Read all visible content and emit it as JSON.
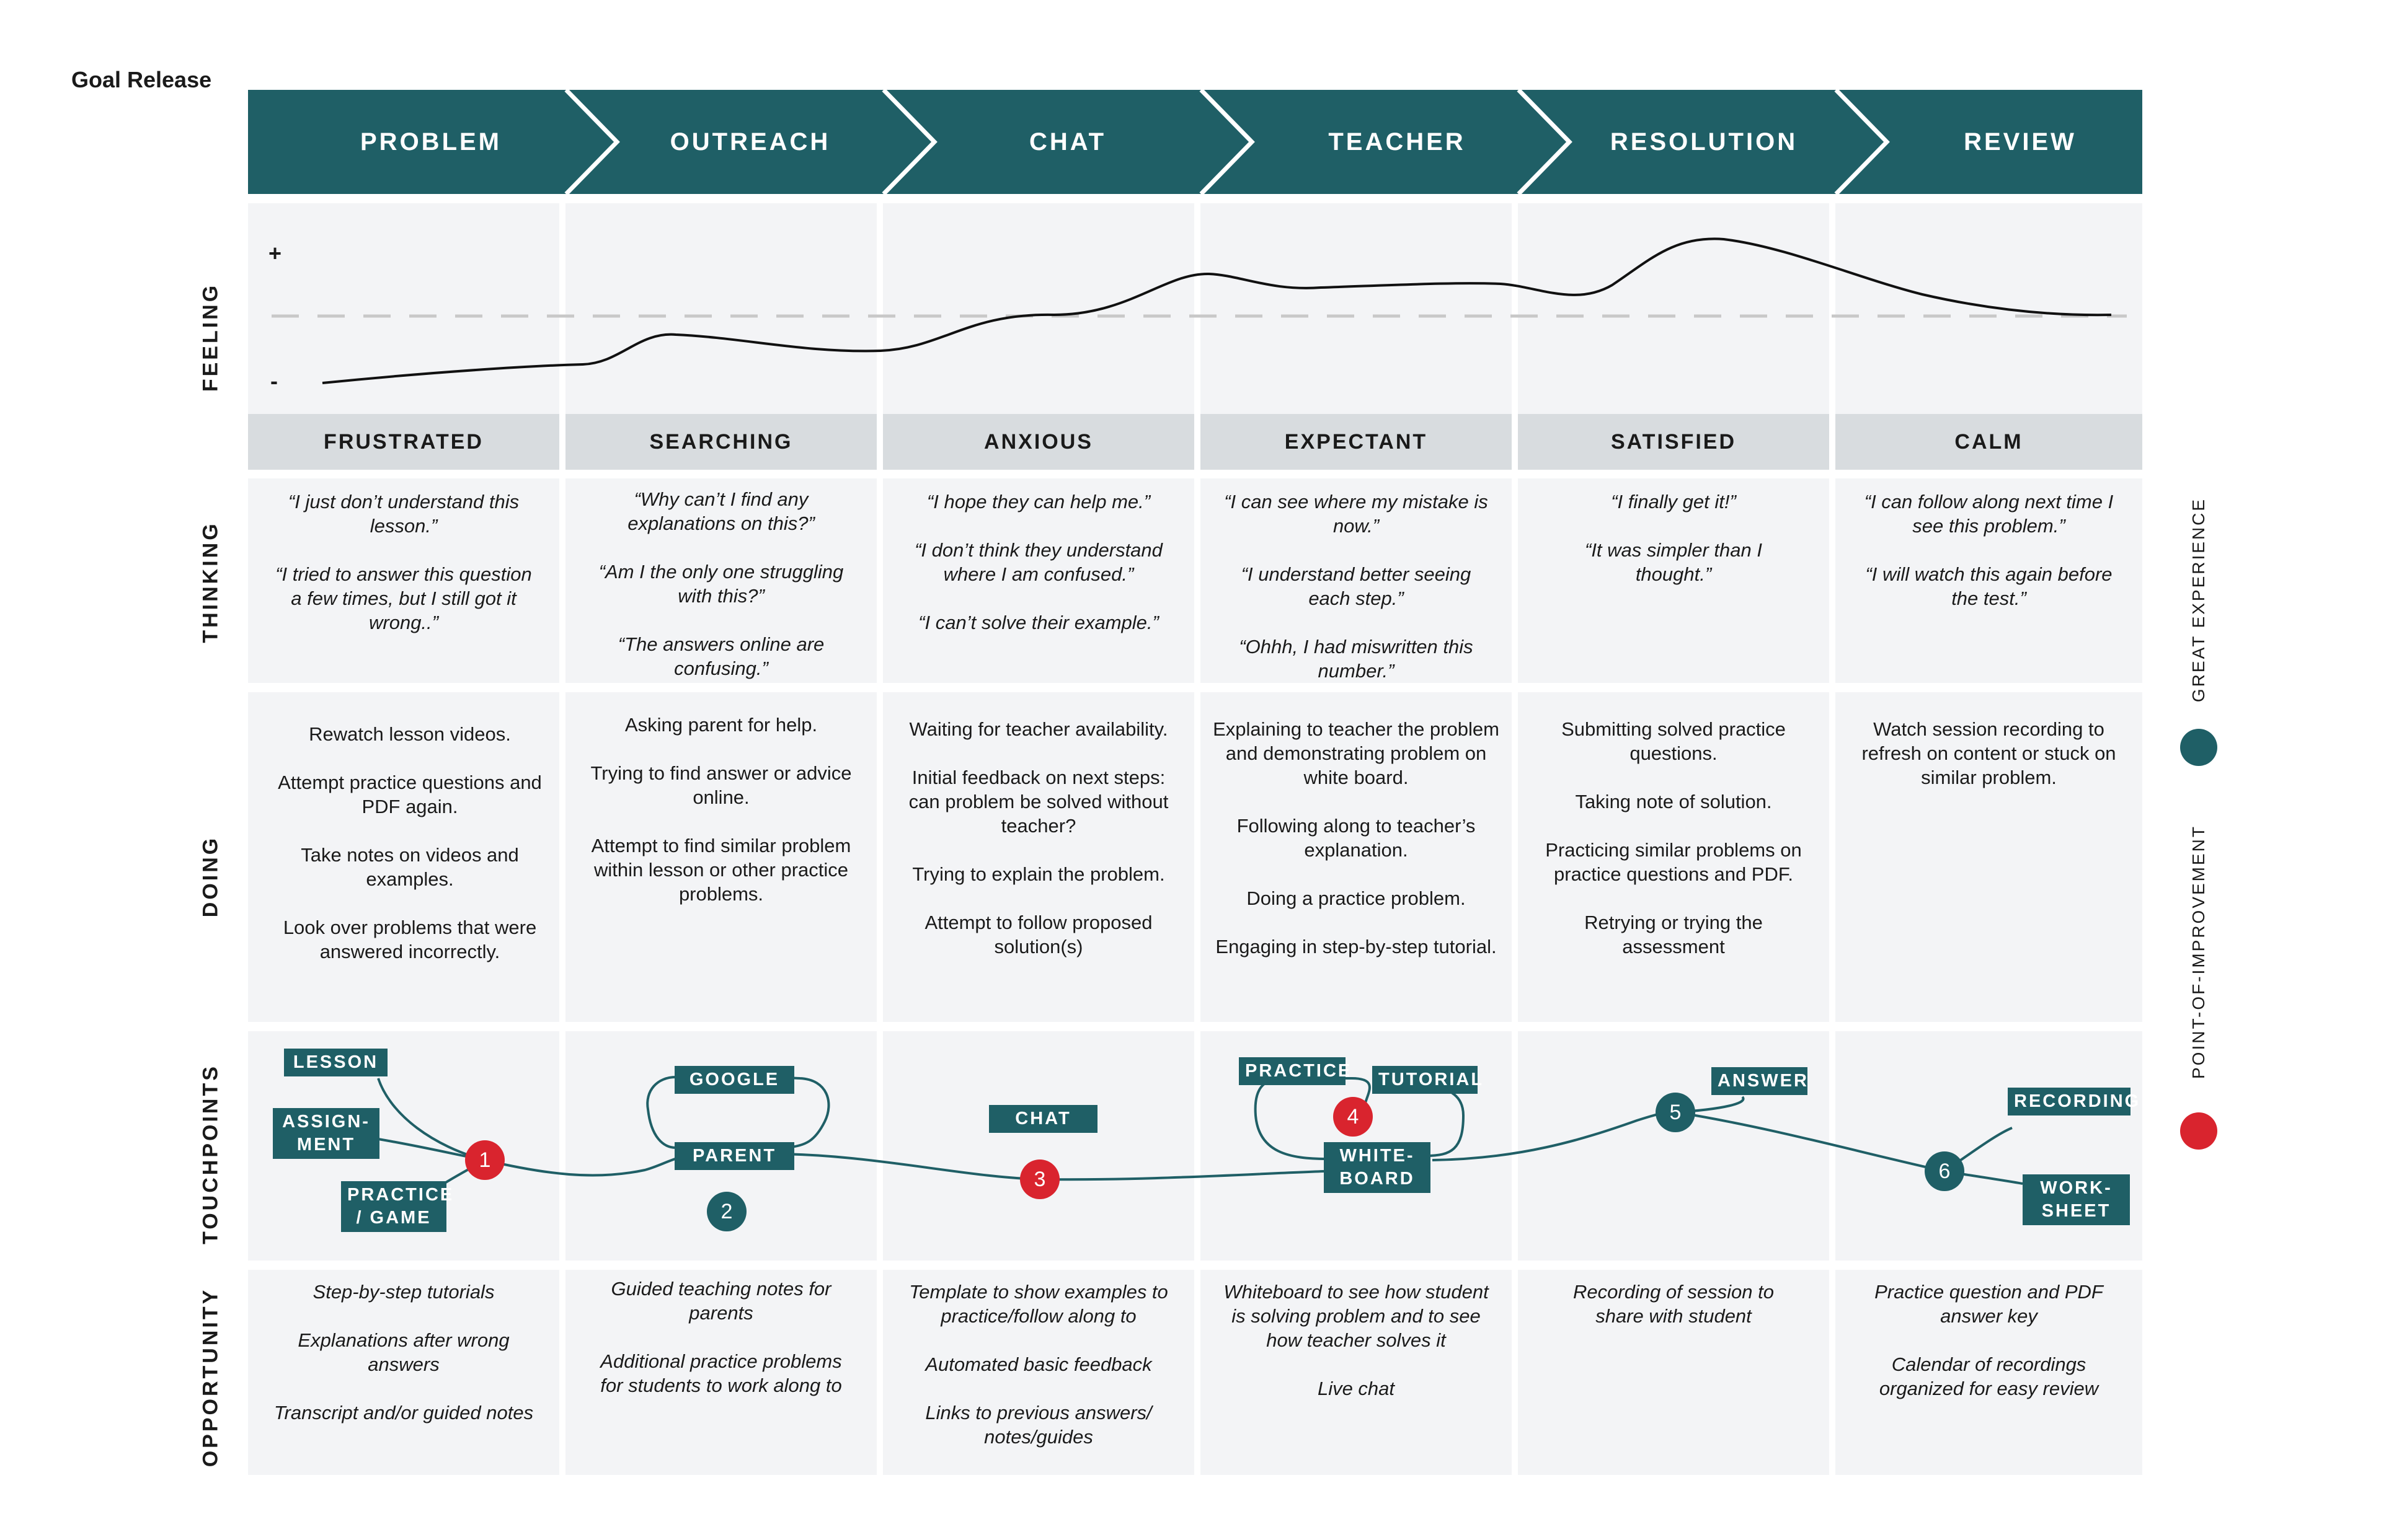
{
  "title": "Goal Release",
  "stages": [
    "PROBLEM",
    "OUTREACH",
    "CHAT",
    "TEACHER",
    "RESOLUTION",
    "REVIEW"
  ],
  "row_labels": {
    "feeling": "FEELING",
    "thinking": "THINKING",
    "doing": "DOING",
    "touchpoints": "TOUCHPOINTS",
    "opportunity": "OPPORTUNITY"
  },
  "feeling_scale": {
    "plus": "+",
    "minus": "-"
  },
  "emotions": [
    "FRUSTRATED",
    "SEARCHING",
    "ANXIOUS",
    "EXPECTANT",
    "SATISFIED",
    "CALM"
  ],
  "thinking": [
    [
      "“I just don’t understand this lesson.”",
      "“I tried to answer this question a few times, but I still got it wrong..”"
    ],
    [
      "“Why can’t I find any explanations on this?”",
      "“Am I the only one struggling with this?”",
      "“The answers online are confusing.”"
    ],
    [
      "“I hope they can help me.”",
      "“I don’t think they understand where I am confused.”",
      "“I can’t solve their example.”"
    ],
    [
      "“I can see where my mistake is now.”",
      "“I understand better seeing each step.”",
      "“Ohhh, I had miswritten this number.”"
    ],
    [
      "“I finally get it!”",
      "“It was simpler than I thought.”"
    ],
    [
      "“I can follow along next time I see this problem.”",
      "“I will watch this again before the test.”"
    ]
  ],
  "doing": [
    [
      "Rewatch lesson videos.",
      "Attempt practice questions and PDF again.",
      "Take notes on videos and examples.",
      "Look over problems that were answered incorrectly."
    ],
    [
      "Asking parent for help.",
      "Trying to find answer or advice online.",
      "Attempt to find similar problem within lesson or other practice problems."
    ],
    [
      "Waiting for teacher availability.",
      "Initial feedback on next steps: can problem be solved without teacher?",
      "Trying to explain the problem.",
      "Attempt to follow proposed solution(s)"
    ],
    [
      "Explaining to teacher the problem and demonstrating problem on white board.",
      "Following along to teacher’s explanation.",
      "Doing a practice problem.",
      "Engaging in step-by-step tutorial."
    ],
    [
      "Submitting solved practice questions.",
      "Taking note of solution.",
      "Practicing similar problems on practice questions and PDF.",
      "Retrying or trying the assessment"
    ],
    [
      "Watch session recording to refresh on content or stuck on similar problem."
    ]
  ],
  "touchpoints": {
    "lesson": "LESSON",
    "assignment_1": "ASSIGN-",
    "assignment_2": "MENT",
    "practice_game_1": "PRACTICE",
    "practice_game_2": "/ GAME",
    "google": "GOOGLE",
    "parent": "PARENT",
    "chat": "CHAT",
    "practice": "PRACTICE",
    "tutorial": "TUTORIAL",
    "whiteboard_1": "WHITE-",
    "whiteboard_2": "BOARD",
    "answer": "ANSWER",
    "recording": "RECORDING",
    "worksheet_1": "WORK-",
    "worksheet_2": "SHEET",
    "points": [
      {
        "n": "1",
        "type": "point-of-improvement"
      },
      {
        "n": "2",
        "type": "great-experience"
      },
      {
        "n": "3",
        "type": "point-of-improvement"
      },
      {
        "n": "4",
        "type": "point-of-improvement"
      },
      {
        "n": "5",
        "type": "great-experience"
      },
      {
        "n": "6",
        "type": "great-experience"
      }
    ]
  },
  "opportunity": [
    [
      "Step-by-step tutorials",
      "Explanations after wrong answers",
      "Transcript and/or guided notes"
    ],
    [
      "Guided teaching notes for parents",
      "Additional practice problems for students to work along to"
    ],
    [
      "Template to show examples to practice/follow along to",
      "Automated basic feedback",
      "Links to previous answers/ notes/guides"
    ],
    [
      "Whiteboard to see how student is solving problem and to see how teacher solves it",
      "Live chat"
    ],
    [
      "Recording of session to share with student"
    ],
    [
      "Practice question and PDF answer key",
      "Calendar of recordings organized for easy review"
    ]
  ],
  "legend": {
    "great_experience": "GREAT EXPERIENCE",
    "point_of_improvement": "POINT-OF-IMPROVEMENT"
  },
  "colors": {
    "teal": "#1f5f66",
    "red": "#d9242e",
    "cell_bg": "#f3f4f6",
    "emotion_bg": "#d8dcdf"
  }
}
